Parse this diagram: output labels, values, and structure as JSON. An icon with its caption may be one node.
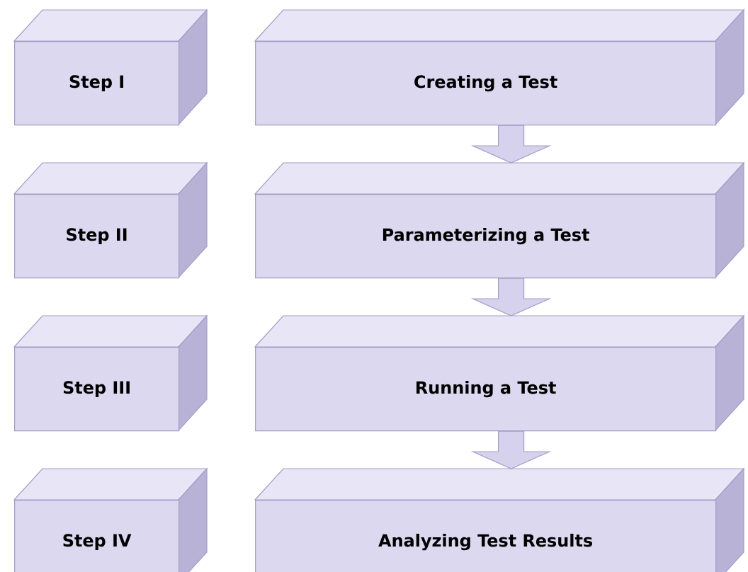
{
  "diagram": {
    "nodes": [
      {
        "text": [
          "Step I"
        ]
      },
      {
        "text": [
          "Creating a Test"
        ]
      },
      {
        "text": [
          "Step II"
        ]
      },
      {
        "text": [
          "Parameterizing a Test"
        ]
      },
      {
        "text": [
          "Step III"
        ]
      },
      {
        "text": [
          "Running a Test"
        ]
      },
      {
        "text": [
          "Step IV"
        ]
      },
      {
        "text": [
          "Analyzing Test Results"
        ]
      }
    ],
    "edges": [
      {
        "from": 1,
        "to": 3,
        "arrow": "to"
      },
      {
        "from": 3,
        "to": 5,
        "arrow": "to"
      },
      {
        "from": 5,
        "to": 7,
        "arrow": "to"
      }
    ]
  }
}
